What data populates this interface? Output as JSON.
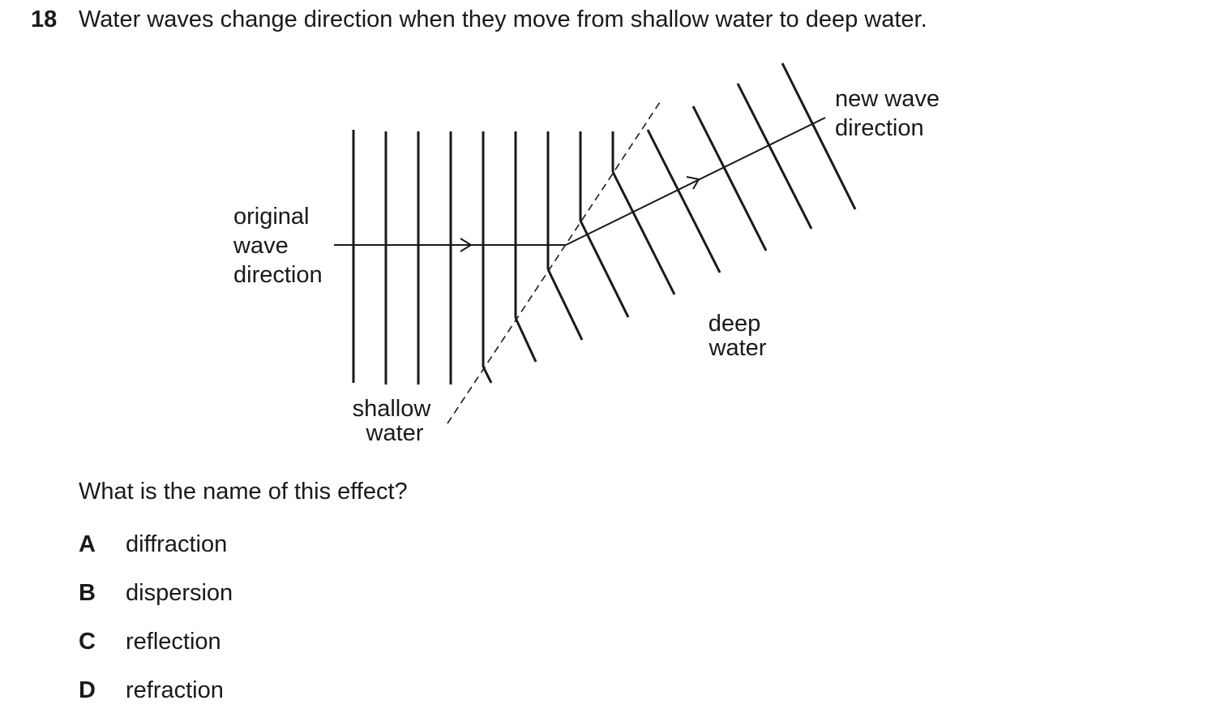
{
  "question": {
    "number": "18",
    "text": "Water waves change direction when they move from shallow water to deep water."
  },
  "diagram": {
    "labels": {
      "original_direction": [
        "original",
        "wave",
        "direction"
      ],
      "new_direction": [
        "new wave",
        "direction"
      ],
      "shallow_water": [
        "shallow",
        "water"
      ],
      "deep_water": [
        "deep",
        "water"
      ]
    },
    "wavefronts_shallow_count": 9,
    "wavefronts_deep_count": 9
  },
  "prompt": "What is the name of this effect?",
  "options": [
    {
      "letter": "A",
      "text": "diffraction"
    },
    {
      "letter": "B",
      "text": "dispersion"
    },
    {
      "letter": "C",
      "text": "reflection"
    },
    {
      "letter": "D",
      "text": "refraction"
    }
  ]
}
